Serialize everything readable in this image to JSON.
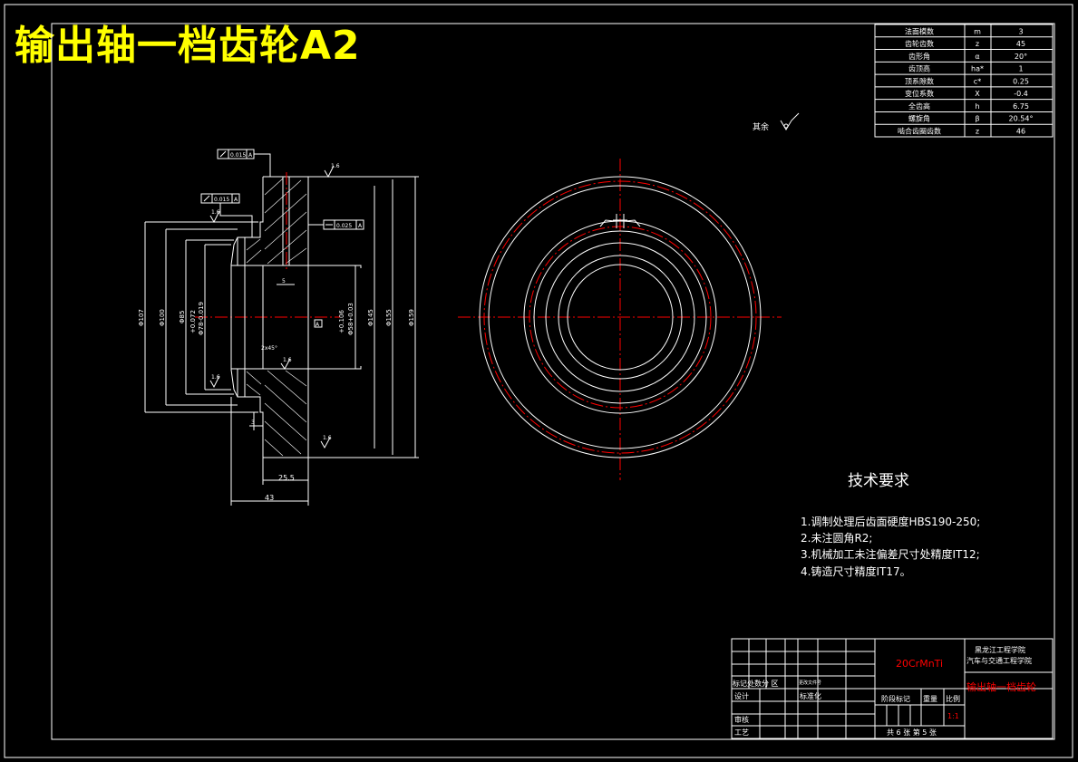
{
  "title": "输出轴一档齿轮A2",
  "gear_params": [
    {
      "name": "法面模数",
      "symbol": "m",
      "value": "3"
    },
    {
      "name": "齿轮齿数",
      "symbol": "z",
      "value": "45"
    },
    {
      "name": "齿形角",
      "symbol": "α",
      "value": "20°"
    },
    {
      "name": "齿顶高",
      "symbol": "ha*",
      "value": "1"
    },
    {
      "name": "顶系隙数",
      "symbol": "c*",
      "value": "0.25"
    },
    {
      "name": "变位系数",
      "symbol": "X",
      "value": "-0.4"
    },
    {
      "name": "全齿高",
      "symbol": "h",
      "value": "6.75"
    },
    {
      "name": "螺旋角",
      "symbol": "β",
      "value": "20.54°"
    },
    {
      "name": "啮合齿圈齿数",
      "symbol": "z",
      "value": "46"
    }
  ],
  "surface_note": "其余",
  "tech_req": {
    "heading": "技术要求",
    "items": [
      "1.调制处理后齿面硬度HBS190-250;",
      "2.未注圆角R2;",
      "3.机械加工未注偏差尺寸处精度IT12;",
      "4.铸造尺寸精度IT17。"
    ]
  },
  "dims": {
    "d107": "Φ107",
    "d100": "Φ100",
    "d85": "Φ85",
    "d78": "Φ78-0.019",
    "d78tol": "+0.072",
    "d58": "Φ58+0.03",
    "d58tol": "+0.106",
    "d145": "Φ145",
    "d155": "Φ155",
    "d159": "Φ159",
    "w25": "25.5",
    "w43": "43",
    "w5": "5",
    "w3": "3",
    "chamfer": "2x45°",
    "ra": "1.6",
    "tol1": "0.015",
    "tol2": "0.015",
    "tol3": "0.025",
    "datum": "A"
  },
  "title_block": {
    "material": "20CrMnTi",
    "school1": "黑龙江工程学院",
    "school2": "汽车与交通工程学院",
    "part_name": "输出轴一档齿轮",
    "rev_row": "标记处数分  区",
    "rev_extra": "更改文件号",
    "design": "设计",
    "std": "标准化",
    "stage": "阶段标记",
    "weight": "重量",
    "scale": "比例",
    "scale_val": "1:1",
    "review": "审核",
    "process": "工艺",
    "sheets": "共 6 张  第 5 张"
  }
}
